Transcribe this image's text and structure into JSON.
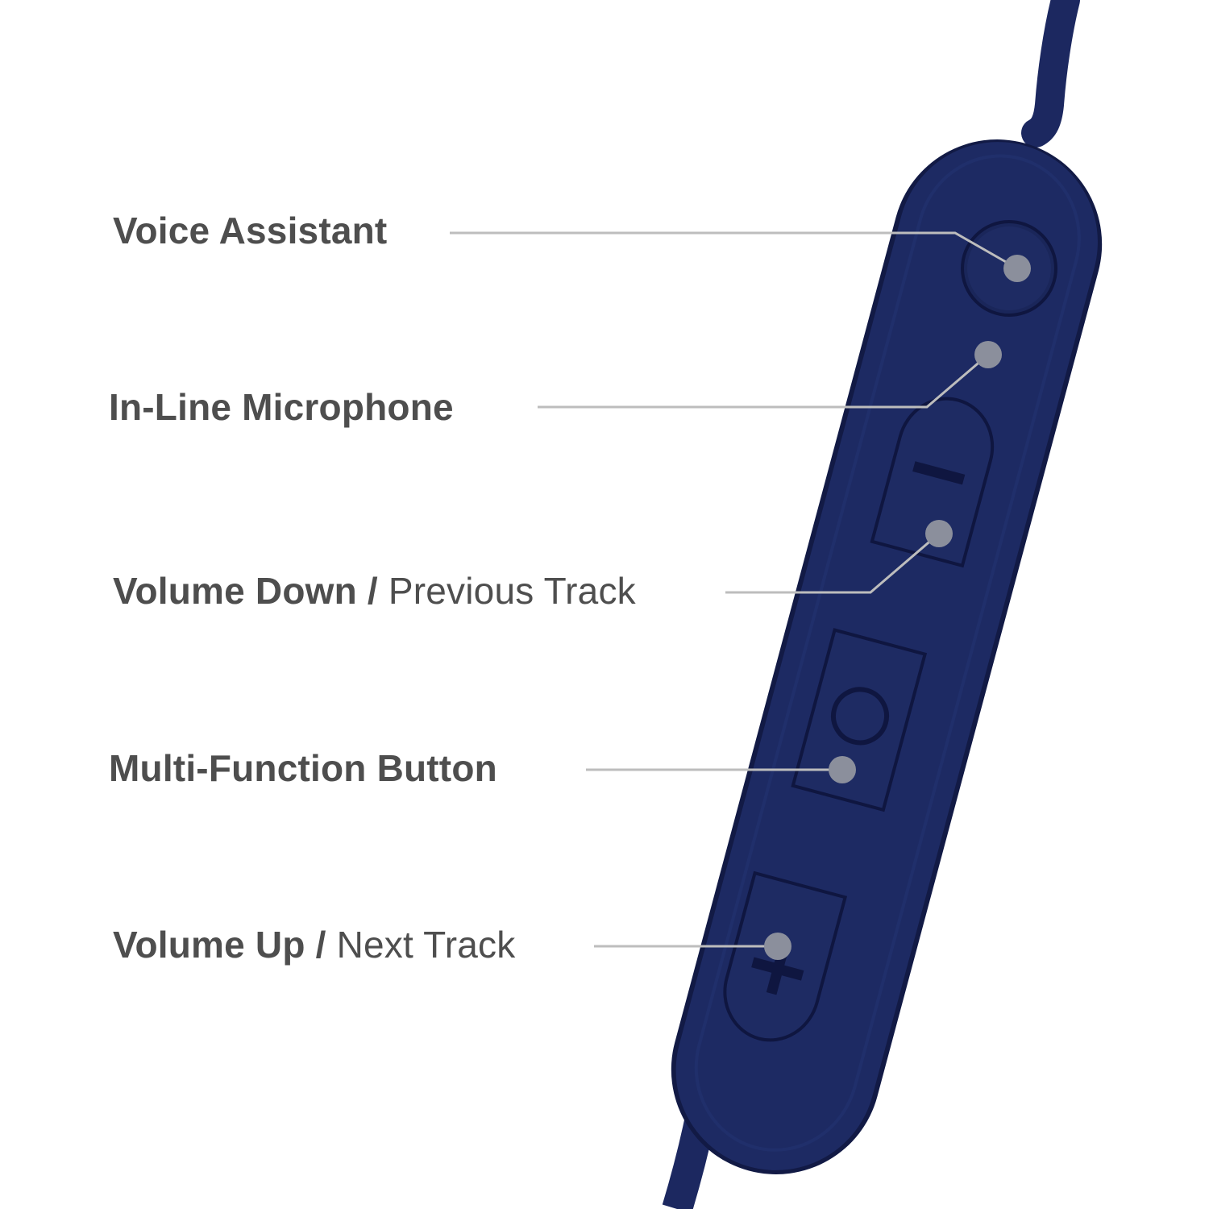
{
  "colors": {
    "background": "#ffffff",
    "label_text": "#4e4e4e",
    "leader_line": "#bdbdbd",
    "marker_dot": "#8b8f9c",
    "remote_body": "#1d2a63",
    "remote_edge": "#121a45",
    "remote_highlight": "#2a3a7c",
    "button_outline": "#0f1640",
    "cable": "#1c2860"
  },
  "icons": {
    "minus_button": "minus-sign-icon",
    "multifunction_button": "circle-ring-icon",
    "plus_button": "plus-sign-icon"
  },
  "callouts": [
    {
      "bold": "Voice Assistant",
      "regular": ""
    },
    {
      "bold": "In-Line Microphone",
      "regular": ""
    },
    {
      "bold": "Volume Down / ",
      "regular": "Previous Track"
    },
    {
      "bold": "Multi-Function Button",
      "regular": ""
    },
    {
      "bold": "Volume Up / ",
      "regular": "Next Track"
    }
  ]
}
